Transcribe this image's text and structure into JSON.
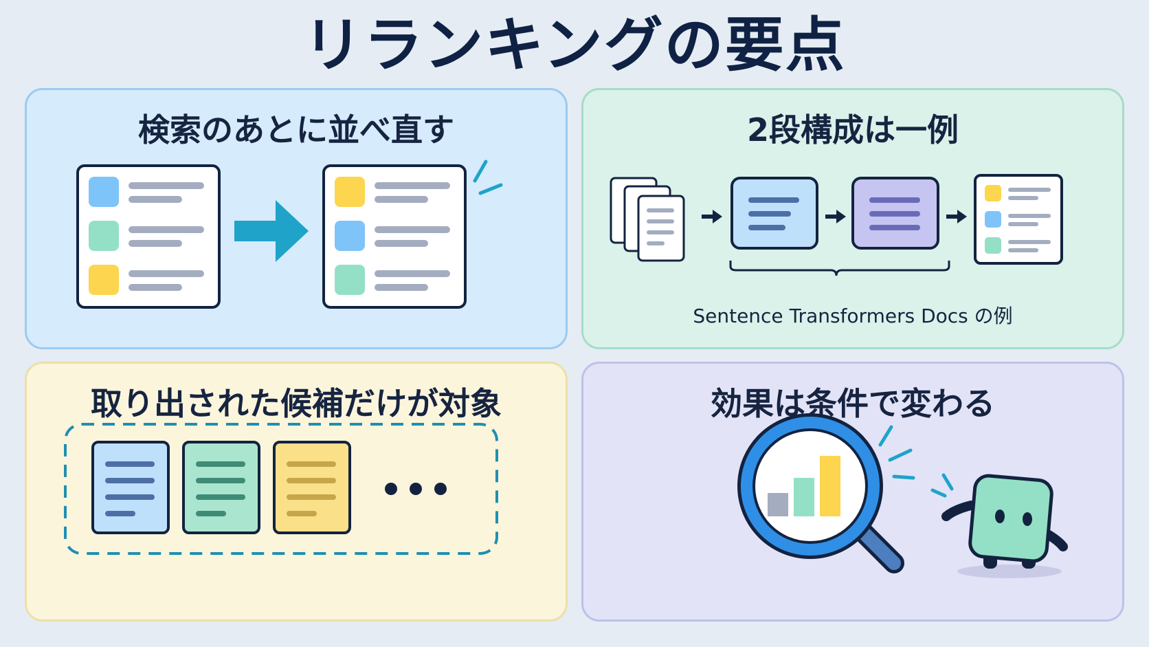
{
  "title": "リランキングの要点",
  "panels": [
    {
      "heading": "検索のあとに並べ直す"
    },
    {
      "heading": "2段構成は一例",
      "caption": "Sentence Transformers Docs の例"
    },
    {
      "heading": "取り出された候補だけが対象"
    },
    {
      "heading": "効果は条件で変わる"
    }
  ],
  "colors": {
    "blue": "#7fc4f8",
    "green": "#94e0c6",
    "yellow": "#fdd54e",
    "arrow": "#1fa3c9",
    "navy": "#13233f",
    "line_gray": "#a4acc0",
    "purple": "#c6c4f1"
  }
}
